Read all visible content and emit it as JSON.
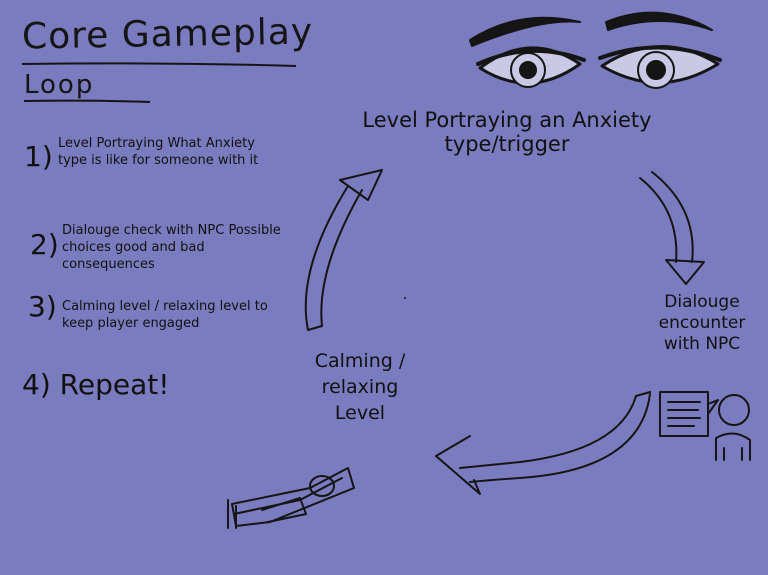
{
  "title": {
    "line1": "Core Gameplay",
    "line2": "Loop"
  },
  "steps": [
    {
      "number": "1)",
      "text": "Level Portraying What Anxiety type is like for someone with it"
    },
    {
      "number": "2)",
      "text": "Dialouge check with NPC Possible choices good and bad consequences"
    },
    {
      "number": "3)",
      "text": "Calming level / relaxing level to keep player engaged"
    }
  ],
  "repeat": "4) Repeat!",
  "cycle": {
    "top_label": "Level Portraying an Anxiety type/trigger",
    "right_label": "Dialouge encounter with NPC",
    "left_label": "Calming / relaxing Level"
  },
  "colors": {
    "background": "#7b7bbf",
    "ink": "#151515",
    "eye_white": "#c9c9e6"
  },
  "icons": [
    "eyes-icon",
    "npc-dialogue-icon",
    "lying-person-icon"
  ]
}
